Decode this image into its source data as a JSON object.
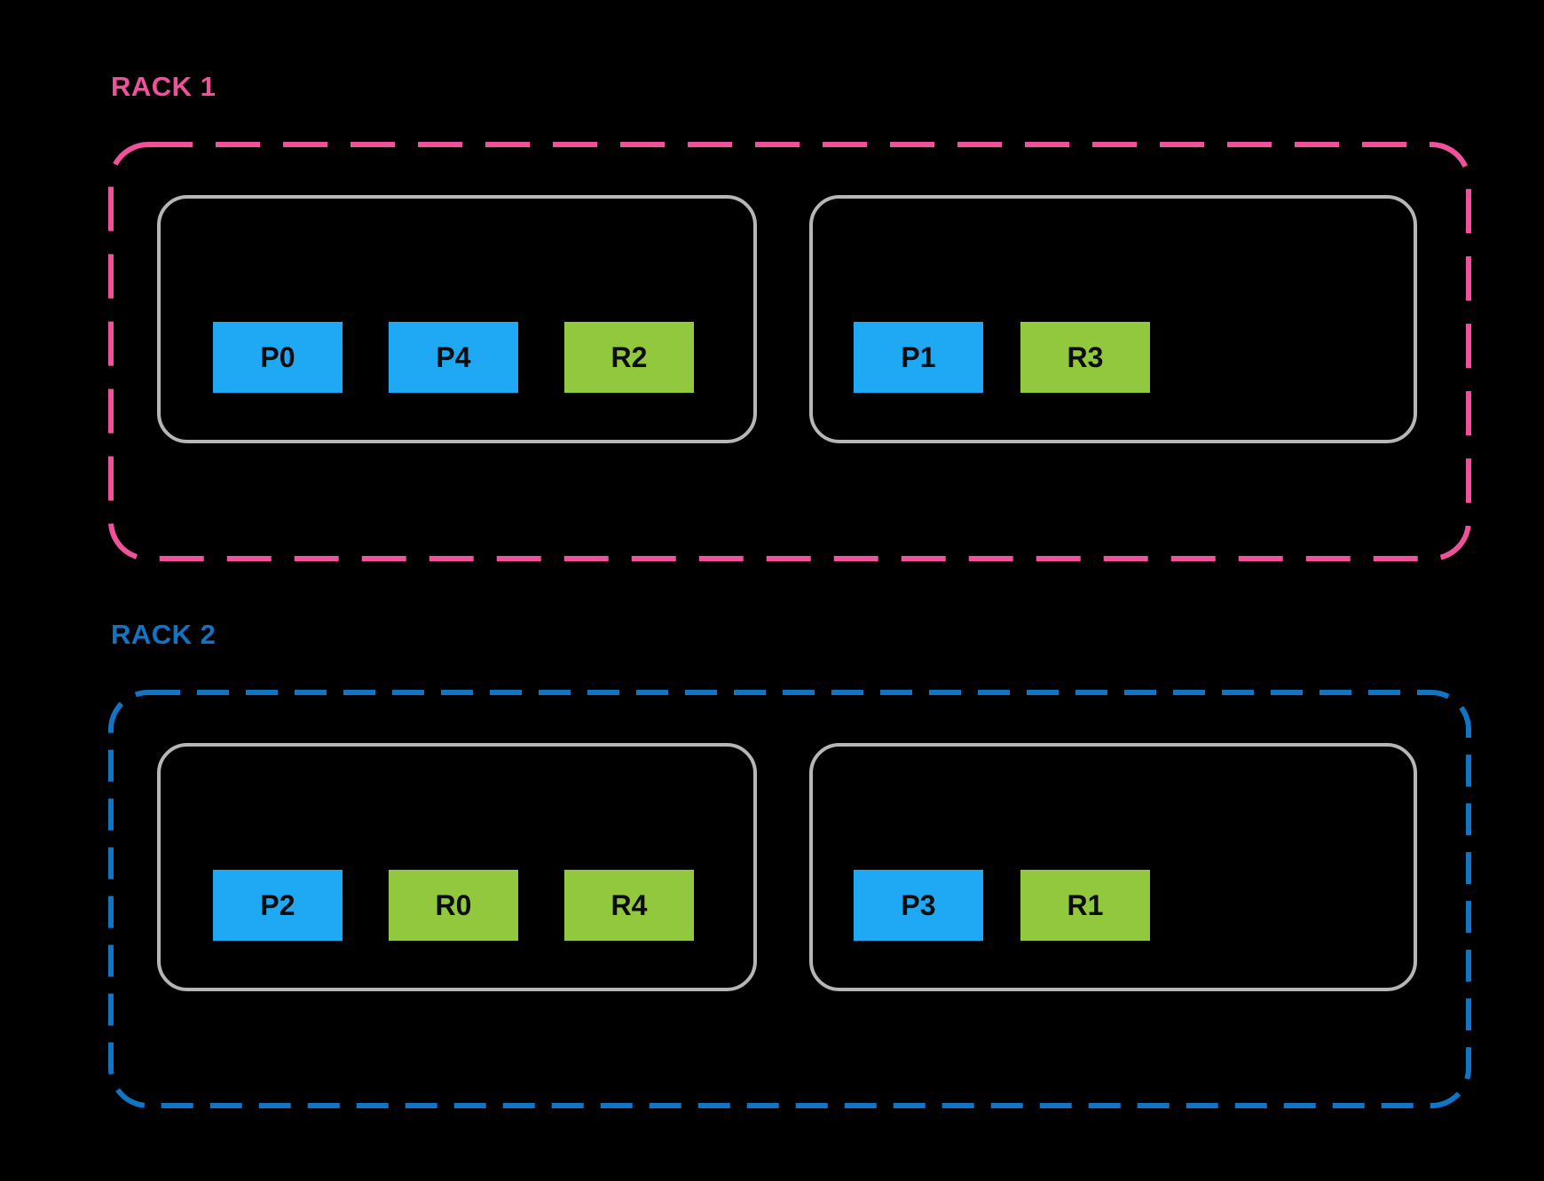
{
  "background_color": "#000000",
  "colors": {
    "node_border": "#B6B6B6",
    "primary_box": "#1FA9F4",
    "replica_box": "#92C83E",
    "box_text": "#0D0D0D"
  },
  "racks": [
    {
      "label": "RACK 1",
      "accent": "#F0519B",
      "nodes": [
        {
          "boxes": [
            {
              "label": "P0",
              "type": "primary"
            },
            {
              "label": "P4",
              "type": "primary"
            },
            {
              "label": "R2",
              "type": "replica"
            }
          ]
        },
        {
          "boxes": [
            {
              "label": "P1",
              "type": "primary"
            },
            {
              "label": "R3",
              "type": "replica"
            }
          ]
        }
      ]
    },
    {
      "label": "RACK 2",
      "accent": "#1274C5",
      "nodes": [
        {
          "boxes": [
            {
              "label": "P2",
              "type": "primary"
            },
            {
              "label": "R0",
              "type": "replica"
            },
            {
              "label": "R4",
              "type": "replica"
            }
          ]
        },
        {
          "boxes": [
            {
              "label": "P3",
              "type": "primary"
            },
            {
              "label": "R1",
              "type": "replica"
            }
          ]
        }
      ]
    }
  ]
}
